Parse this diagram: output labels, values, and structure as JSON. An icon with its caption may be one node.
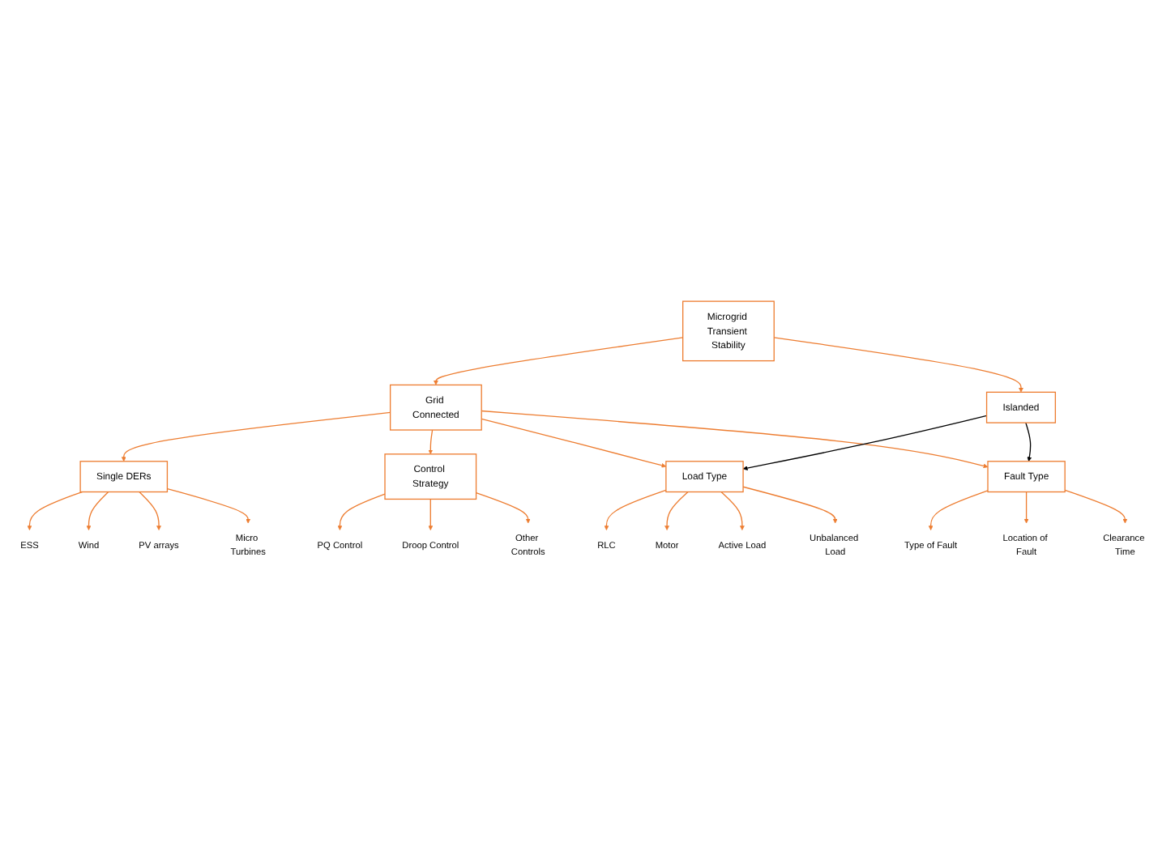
{
  "diagram": {
    "nodes": [
      {
        "text": [
          "Microgrid Transient Stability"
        ]
      },
      {
        "text": [
          "Grid Connected"
        ]
      },
      {
        "text": [
          "Islanded"
        ]
      },
      {
        "text": [
          "Single DERs"
        ]
      },
      {
        "text": [
          "Control Strategy"
        ]
      },
      {
        "text": [
          "Load Type"
        ]
      },
      {
        "text": [
          "Fault Type"
        ]
      },
      {
        "text": [
          "ESS"
        ]
      },
      {
        "text": [
          "Wind"
        ]
      },
      {
        "text": [
          "PV arrays"
        ]
      },
      {
        "text": [
          "Micro Turbines"
        ]
      },
      {
        "text": [
          "PQ Control"
        ]
      },
      {
        "text": [
          "Droop Control"
        ]
      },
      {
        "text": [
          "Other Controls"
        ]
      },
      {
        "text": [
          "RLC"
        ]
      },
      {
        "text": [
          "Motor"
        ]
      },
      {
        "text": [
          "Active Load"
        ]
      },
      {
        "text": [
          "Unbalanced Load"
        ]
      },
      {
        "text": [
          "Type of Fault"
        ]
      },
      {
        "text": [
          "Location of Fault"
        ]
      },
      {
        "text": [
          "Clearance Time"
        ]
      }
    ],
    "edges": [
      {
        "from": 0,
        "to": 1,
        "arrow": "to"
      },
      {
        "from": 0,
        "to": 2,
        "arrow": "to"
      },
      {
        "from": 1,
        "to": 3,
        "arrow": "to"
      },
      {
        "from": 1,
        "to": 4,
        "arrow": "to"
      },
      {
        "from": 1,
        "to": 5,
        "arrow": "to"
      },
      {
        "from": 1,
        "to": 6,
        "arrow": "to"
      },
      {
        "from": 2,
        "to": 5,
        "arrow": "to",
        "color": "#000000"
      },
      {
        "from": 2,
        "to": 6,
        "arrow": "to",
        "color": "#000000"
      },
      {
        "from": 3,
        "to": 7,
        "arrow": "to"
      },
      {
        "from": 3,
        "to": 8,
        "arrow": "to"
      },
      {
        "from": 3,
        "to": 9,
        "arrow": "to"
      },
      {
        "from": 3,
        "to": 10,
        "arrow": "to"
      },
      {
        "from": 4,
        "to": 11,
        "arrow": "to"
      },
      {
        "from": 4,
        "to": 12,
        "arrow": "to"
      },
      {
        "from": 4,
        "to": 13,
        "arrow": "to"
      },
      {
        "from": 5,
        "to": 14,
        "arrow": "to"
      },
      {
        "from": 5,
        "to": 15,
        "arrow": "to"
      },
      {
        "from": 5,
        "to": 16,
        "arrow": "to"
      },
      {
        "from": 5,
        "to": 17,
        "arrow": "to"
      },
      {
        "from": 6,
        "to": 18,
        "arrow": "to"
      },
      {
        "from": 6,
        "to": 19,
        "arrow": "to"
      },
      {
        "from": 6,
        "to": 20,
        "arrow": "to"
      }
    ]
  }
}
